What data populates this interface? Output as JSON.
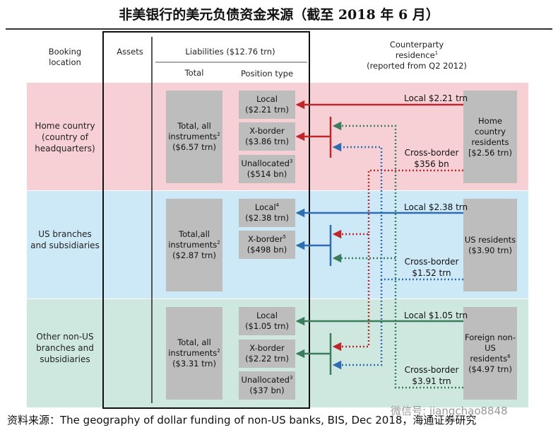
{
  "title": "非美银行的美元负债资金来源（截至 2018 年 6 月）",
  "colors": {
    "home_band": "#f7d0d6",
    "us_band": "#cde8f6",
    "other_band": "#cfe8df",
    "red": "#c0272d",
    "blue": "#2f6db3",
    "green": "#3a7d5c",
    "box": "#bdbdbd"
  },
  "headers": {
    "booking_location": "Booking location",
    "assets": "Assets",
    "liabilities": "Liabilities ($12.76 trn)",
    "total": "Total",
    "position_type": "Position type",
    "counterparty_line1": "Counterparty",
    "counterparty_line2": "residence",
    "counterparty_sup": "1",
    "counterparty_line3": "(reported from Q2 2012)"
  },
  "rows": {
    "home": {
      "label": "Home country (country of headquarters)",
      "total_text": "Total, all instruments",
      "total_sup": "2",
      "total_value": "($6.57 trn)",
      "local": {
        "name": "Local",
        "sup": "",
        "value": "($2.21 trn)"
      },
      "xborder": {
        "name": "X-border",
        "sup": "",
        "value": "($3.86 trn)"
      },
      "unallocated": {
        "name": "Unallocated",
        "sup": "3",
        "value": "($514 bn)"
      },
      "resident": {
        "name": "Home country residents",
        "sup": "",
        "value": "[$2.56 trn)"
      },
      "local_flow": "Local $2.21 trn",
      "xborder_flow": "Cross-border",
      "xborder_value": "$356 bn"
    },
    "us": {
      "label": "US branches and subsidiaries",
      "total_text": "Total,all instruments",
      "total_sup": "2",
      "total_value": "($2.87 trn)",
      "local": {
        "name": "Local",
        "sup": "4",
        "value": "($2.38 trn)"
      },
      "xborder": {
        "name": "X-border",
        "sup": "5",
        "value": "($498 bn)"
      },
      "resident": {
        "name": "US residents",
        "sup": "",
        "value": "($3.90 trn)"
      },
      "local_flow": "Local $2.38 trn",
      "xborder_flow": "Cross-border",
      "xborder_value": "$1.52 trn"
    },
    "other": {
      "label": "Other non-US branches and subsidiaries",
      "total_text": "Total, all instruments",
      "total_sup": "2",
      "total_value": "($3.31 trn)",
      "local": {
        "name": "Local",
        "sup": "",
        "value": "($1.05 trn)"
      },
      "xborder": {
        "name": "X-border",
        "sup": "",
        "value": "($2.22 trn)"
      },
      "unallocated": {
        "name": "Unallocated",
        "sup": "3",
        "value": "($37 bn)"
      },
      "resident": {
        "name": "Foreign non-US residents",
        "sup": "6",
        "value": "($4.97 trn)"
      },
      "local_flow": "Local $1.05 trn",
      "xborder_flow": "Cross-border",
      "xborder_value": "$3.91 trn"
    }
  },
  "source": "资料来源：The geography of dollar funding of non-US banks, BIS, Dec 2018，海通证券研究",
  "watermark": "微信号: jiangchao8848"
}
